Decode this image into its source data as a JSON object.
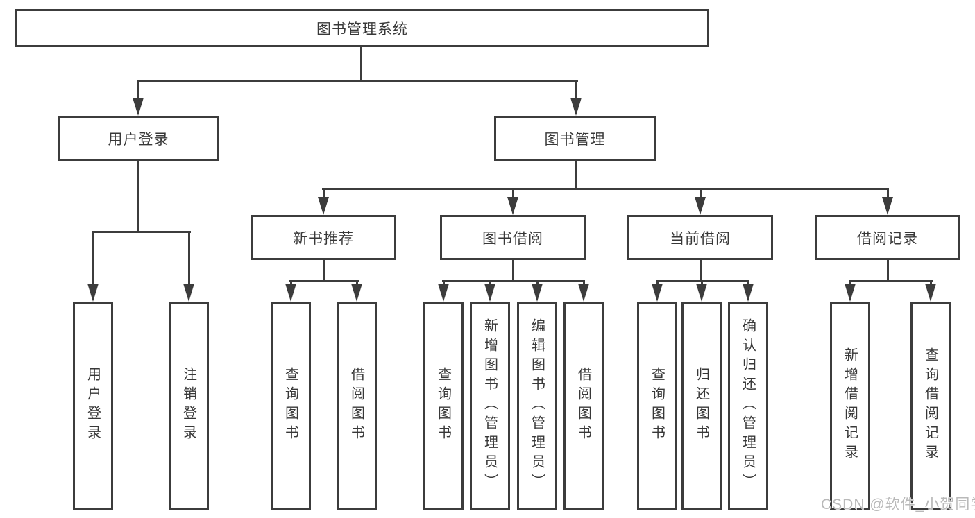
{
  "diagram_type": "hierarchy-org-chart",
  "tree": {
    "root": "图书管理系统",
    "login": {
      "label": "用户登录",
      "children": [
        "用户登录",
        "注销登录"
      ]
    },
    "management": {
      "label": "图书管理",
      "children": [
        {
          "label": "新书推荐",
          "children": [
            "查询图书",
            "借阅图书"
          ]
        },
        {
          "label": "图书借阅",
          "children": [
            "查询图书",
            "新增图书（管理员）",
            "编辑图书（管理员）",
            "借阅图书"
          ]
        },
        {
          "label": "当前借阅",
          "children": [
            "查询图书",
            "归还图书",
            "确认归还（管理员）"
          ]
        },
        {
          "label": "借阅记录",
          "children": [
            "新增借阅记录",
            "查询借阅记录"
          ]
        }
      ]
    }
  },
  "watermark": "CSDN @软件_小贺同学",
  "colors": {
    "line": "#3c3c3c",
    "box_border": "#3c3c3c",
    "box_fill": "#ffffff",
    "text": "#383838",
    "watermark": "#b9b9b9",
    "background": "#ffffff"
  }
}
